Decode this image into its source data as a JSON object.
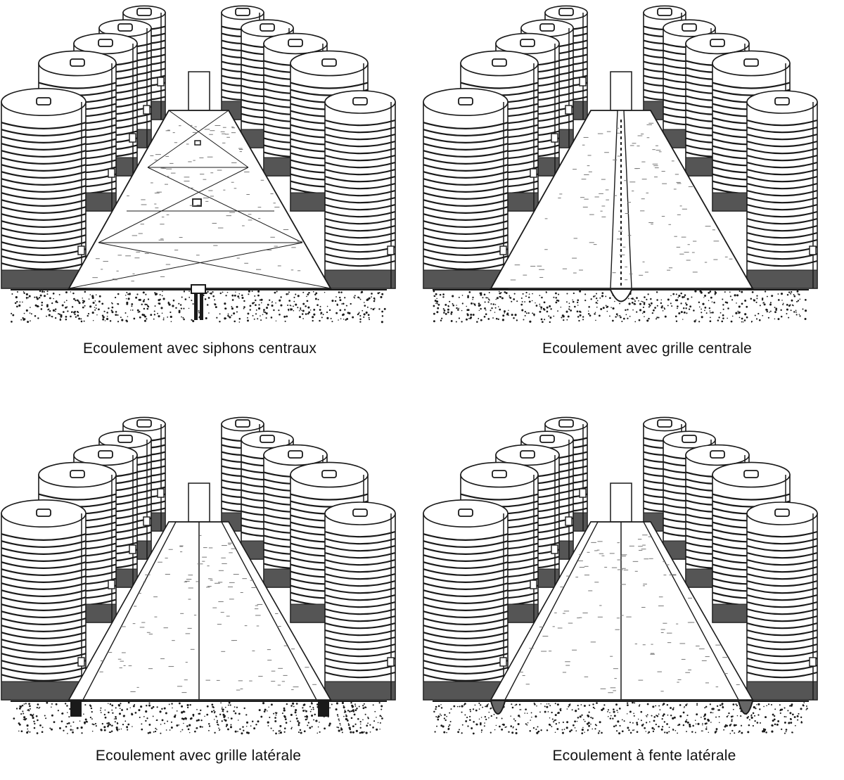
{
  "panels": [
    {
      "id": "central-siphons",
      "caption": "Ecoulement avec siphons centraux"
    },
    {
      "id": "central-grate",
      "caption": "Ecoulement avec grille centrale"
    },
    {
      "id": "side-grate",
      "caption": "Ecoulement avec grille latérale"
    },
    {
      "id": "side-slot",
      "caption": "Ecoulement à fente latérale"
    }
  ],
  "colors": {
    "ink": "#1a1a1a",
    "paper": "#ffffff"
  }
}
